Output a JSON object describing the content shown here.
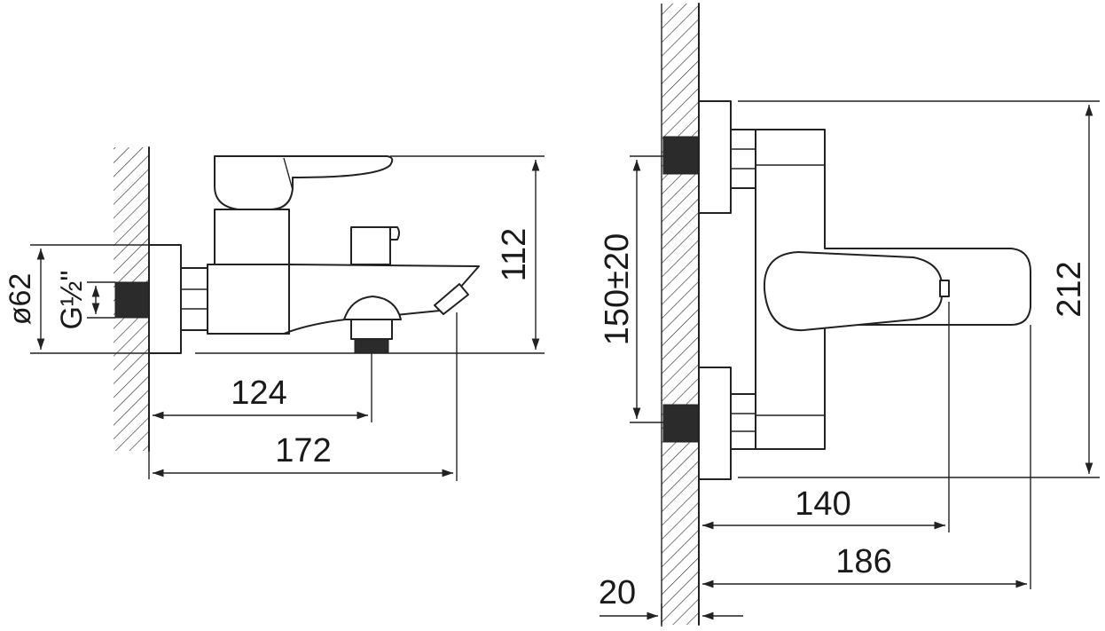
{
  "colors": {
    "line": "#222222",
    "background": "#ffffff"
  },
  "side_view": {
    "dim_diameter": "ø62",
    "dim_thread": "G½\"",
    "dim_height": "112",
    "dim_spout_outlet": "124",
    "dim_spout_reach": "172"
  },
  "front_view": {
    "dim_centers": "150±20",
    "dim_height": "212",
    "dim_lever_reach": "140",
    "dim_total_depth": "186",
    "dim_wall": "20"
  }
}
